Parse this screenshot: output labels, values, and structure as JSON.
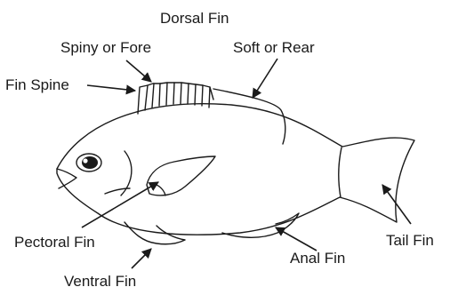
{
  "labels": {
    "dorsal_fin": "Dorsal Fin",
    "spiny_fore": "Spiny or Fore",
    "soft_rear": "Soft or Rear",
    "fin_spine": "Fin Spine",
    "pectoral_fin": "Pectoral Fin",
    "ventral_fin": "Ventral Fin",
    "anal_fin": "Anal Fin",
    "tail_fin": "Tail Fin"
  },
  "colors": {
    "stroke": "#1a1a1a",
    "background": "#ffffff"
  }
}
